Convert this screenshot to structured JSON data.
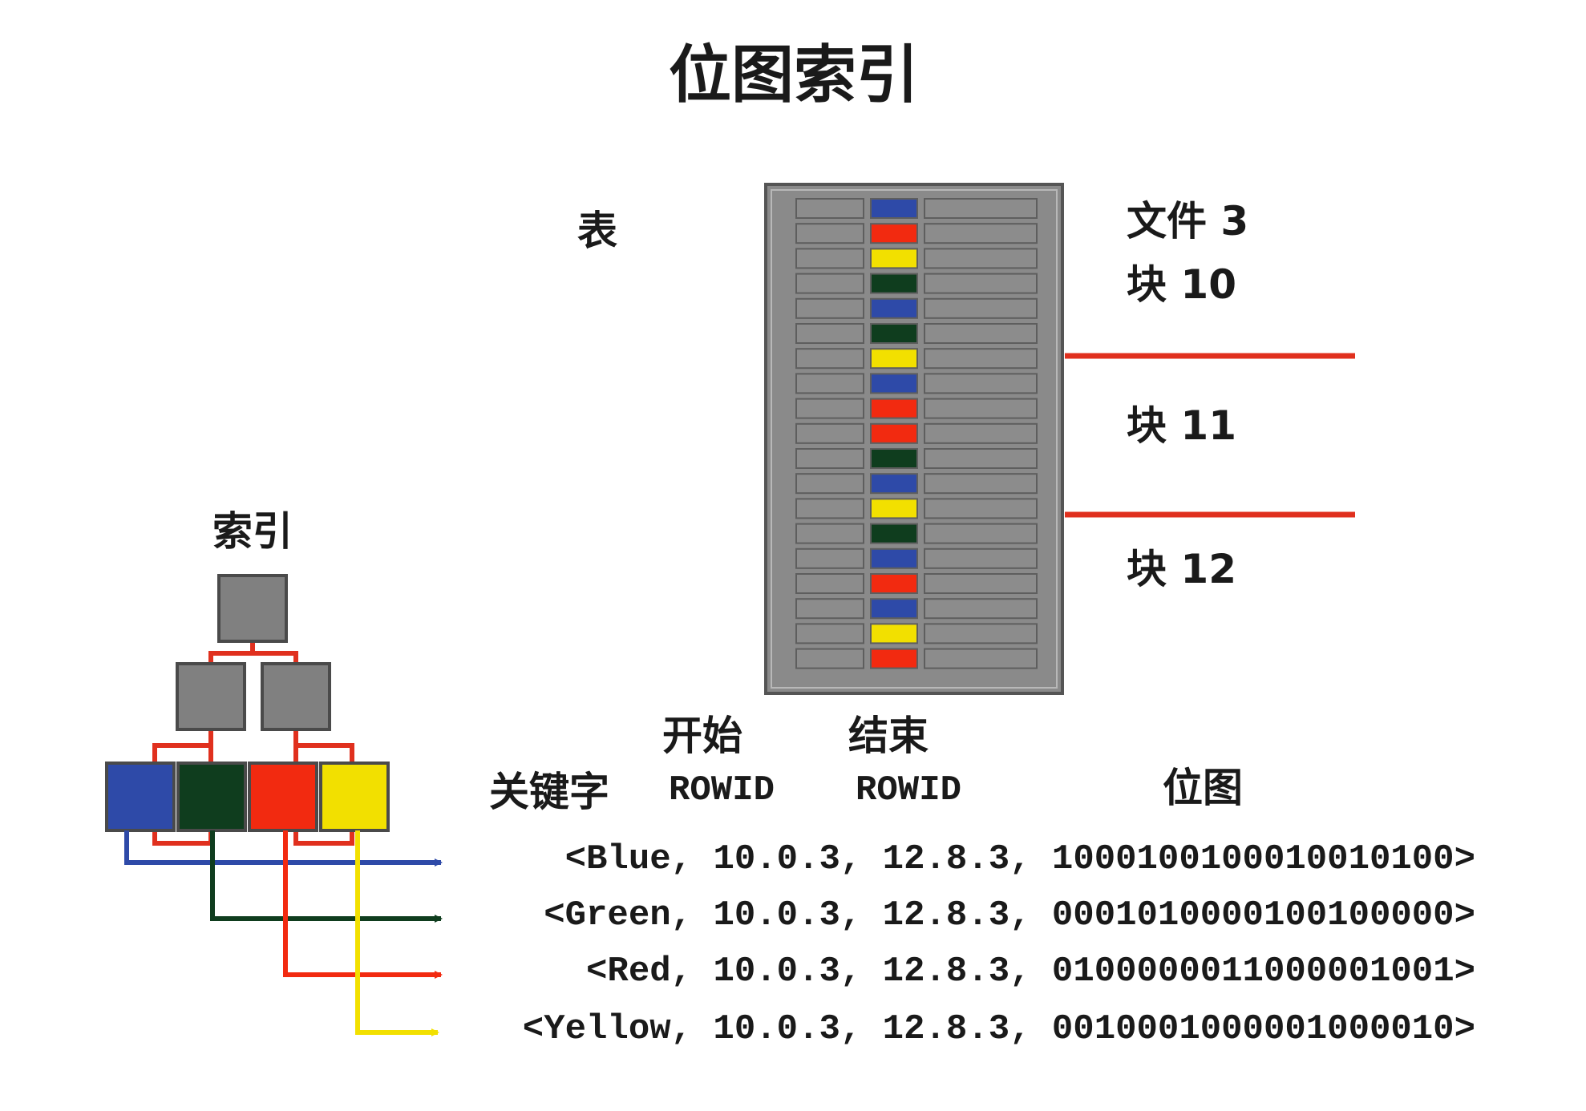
{
  "title": "位图索引",
  "table_label": "表",
  "index_label": "索引",
  "file_label": "文件 3",
  "blocks": [
    "块 10",
    "块 11",
    "块 12"
  ],
  "headers": {
    "key": "关键字",
    "start_top": "开始",
    "start_bottom": "ROWID",
    "end_top": "结束",
    "end_bottom": "ROWID",
    "bitmap": "位图"
  },
  "entries": [
    {
      "key": "Blue",
      "start": "10.0.3",
      "end": "12.8.3",
      "bitmap": "1000100100010010100"
    },
    {
      "key": "Green",
      "start": "10.0.3",
      "end": "12.8.3",
      "bitmap": "0001010000100100000"
    },
    {
      "key": "Red",
      "start": "10.0.3",
      "end": "12.8.3",
      "bitmap": "0100000011000001001"
    },
    {
      "key": "Yellow",
      "start": "10.0.3",
      "end": "12.8.3",
      "bitmap": "0010001000001000010"
    }
  ],
  "entry_text": [
    "<Blue, 10.0.3, 12.8.3, 1000100100010010100>",
    "<Green, 10.0.3, 12.8.3, 0001010000100100000>",
    "<Red, 10.0.3, 12.8.3, 0100000011000001001>",
    "<Yellow, 10.0.3, 12.8.3, 0010001000001000010>"
  ],
  "colors": {
    "blue": "#2e4aa8",
    "green": "#0f3d1e",
    "red": "#f22a10",
    "yellow": "#f2e000",
    "gray": "#808080",
    "divider": "#e0301e"
  },
  "row_colors": [
    "blue",
    "red",
    "yellow",
    "green",
    "blue",
    "green",
    "yellow",
    "blue",
    "red",
    "red",
    "green",
    "blue",
    "yellow",
    "green",
    "blue",
    "red",
    "blue",
    "yellow",
    "red"
  ]
}
